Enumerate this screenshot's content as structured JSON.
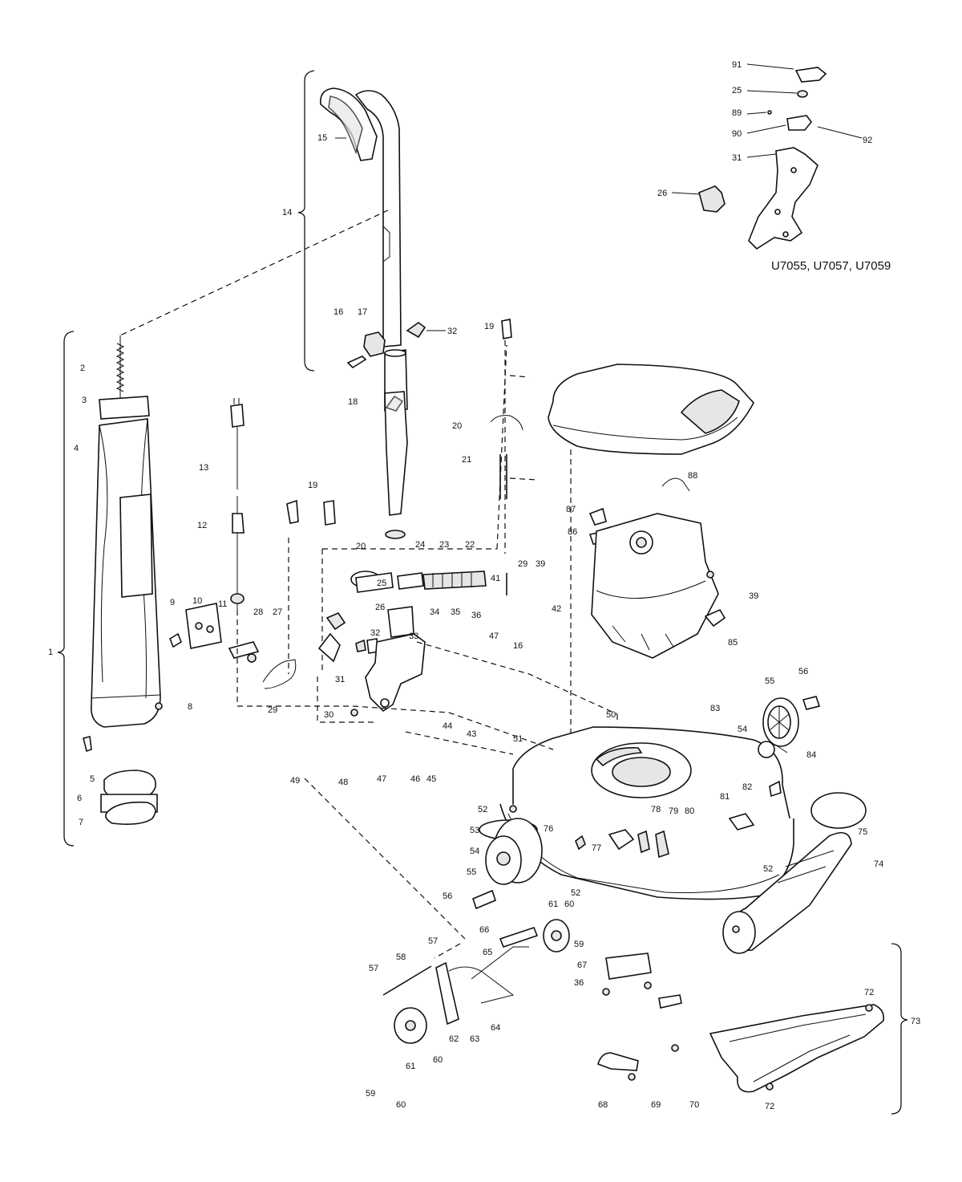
{
  "diagram": {
    "model_label": "U7055, U7057, U7059",
    "callouts": [
      {
        "id": "c91",
        "text": "91"
      },
      {
        "id": "c25a",
        "text": "25"
      },
      {
        "id": "c89",
        "text": "89"
      },
      {
        "id": "c90",
        "text": "90"
      },
      {
        "id": "c92",
        "text": "92"
      },
      {
        "id": "c31a",
        "text": "31"
      },
      {
        "id": "c26a",
        "text": "26"
      },
      {
        "id": "c15",
        "text": "15"
      },
      {
        "id": "c14",
        "text": "14"
      },
      {
        "id": "c16a",
        "text": "16"
      },
      {
        "id": "c17",
        "text": "17"
      },
      {
        "id": "c32a",
        "text": "32"
      },
      {
        "id": "c19a",
        "text": "19"
      },
      {
        "id": "c2",
        "text": "2"
      },
      {
        "id": "c3",
        "text": "3"
      },
      {
        "id": "c4",
        "text": "4"
      },
      {
        "id": "c18",
        "text": "18"
      },
      {
        "id": "c20a",
        "text": "20"
      },
      {
        "id": "c21",
        "text": "21"
      },
      {
        "id": "c13",
        "text": "13"
      },
      {
        "id": "c19b",
        "text": "19"
      },
      {
        "id": "c12",
        "text": "12"
      },
      {
        "id": "c20b",
        "text": "20"
      },
      {
        "id": "c24",
        "text": "24"
      },
      {
        "id": "c23",
        "text": "23"
      },
      {
        "id": "c22",
        "text": "22"
      },
      {
        "id": "c87",
        "text": "87"
      },
      {
        "id": "c86",
        "text": "86"
      },
      {
        "id": "c88",
        "text": "88"
      },
      {
        "id": "c9",
        "text": "9"
      },
      {
        "id": "c10",
        "text": "10"
      },
      {
        "id": "c11",
        "text": "11"
      },
      {
        "id": "c28",
        "text": "28"
      },
      {
        "id": "c27",
        "text": "27"
      },
      {
        "id": "c25b",
        "text": "25"
      },
      {
        "id": "c26b",
        "text": "26"
      },
      {
        "id": "c41",
        "text": "41"
      },
      {
        "id": "c29a",
        "text": "29"
      },
      {
        "id": "c39a",
        "text": "39"
      },
      {
        "id": "c42",
        "text": "42"
      },
      {
        "id": "c39b",
        "text": "39"
      },
      {
        "id": "c1",
        "text": "1"
      },
      {
        "id": "c34",
        "text": "34"
      },
      {
        "id": "c35",
        "text": "35"
      },
      {
        "id": "c36a",
        "text": "36"
      },
      {
        "id": "c32b",
        "text": "32"
      },
      {
        "id": "c33",
        "text": "33"
      },
      {
        "id": "c47a",
        "text": "47"
      },
      {
        "id": "c85",
        "text": "85"
      },
      {
        "id": "c16b",
        "text": "16"
      },
      {
        "id": "c31b",
        "text": "31"
      },
      {
        "id": "c29b",
        "text": "29"
      },
      {
        "id": "c8",
        "text": "8"
      },
      {
        "id": "c30",
        "text": "30"
      },
      {
        "id": "c44",
        "text": "44"
      },
      {
        "id": "c43",
        "text": "43"
      },
      {
        "id": "c55a",
        "text": "55"
      },
      {
        "id": "c56a",
        "text": "56"
      },
      {
        "id": "c83",
        "text": "83"
      },
      {
        "id": "c54a",
        "text": "54"
      },
      {
        "id": "c50",
        "text": "50"
      },
      {
        "id": "c84",
        "text": "84"
      },
      {
        "id": "c5",
        "text": "5"
      },
      {
        "id": "c47b",
        "text": "47"
      },
      {
        "id": "c46",
        "text": "46"
      },
      {
        "id": "c45",
        "text": "45"
      },
      {
        "id": "c51",
        "text": "51"
      },
      {
        "id": "c49",
        "text": "49"
      },
      {
        "id": "c48",
        "text": "48"
      },
      {
        "id": "c6",
        "text": "6"
      },
      {
        "id": "c7",
        "text": "7"
      },
      {
        "id": "c52a",
        "text": "52"
      },
      {
        "id": "c81",
        "text": "81"
      },
      {
        "id": "c82",
        "text": "82"
      },
      {
        "id": "c75",
        "text": "75"
      },
      {
        "id": "c53",
        "text": "53"
      },
      {
        "id": "c78",
        "text": "78"
      },
      {
        "id": "c79",
        "text": "79"
      },
      {
        "id": "c80",
        "text": "80"
      },
      {
        "id": "c76",
        "text": "76"
      },
      {
        "id": "c77",
        "text": "77"
      },
      {
        "id": "c54b",
        "text": "54"
      },
      {
        "id": "c52b",
        "text": "52"
      },
      {
        "id": "c74",
        "text": "74"
      },
      {
        "id": "c55b",
        "text": "55"
      },
      {
        "id": "c52c",
        "text": "52"
      },
      {
        "id": "c56b",
        "text": "56"
      },
      {
        "id": "c61a",
        "text": "61"
      },
      {
        "id": "c60a",
        "text": "60"
      },
      {
        "id": "c66",
        "text": "66"
      },
      {
        "id": "c59a",
        "text": "59"
      },
      {
        "id": "c65",
        "text": "65"
      },
      {
        "id": "c57a",
        "text": "57"
      },
      {
        "id": "c58",
        "text": "58"
      },
      {
        "id": "c57b",
        "text": "57"
      },
      {
        "id": "c67",
        "text": "67"
      },
      {
        "id": "c36b",
        "text": "36"
      },
      {
        "id": "c72a",
        "text": "72"
      },
      {
        "id": "c73",
        "text": "73"
      },
      {
        "id": "c64",
        "text": "64"
      },
      {
        "id": "c63",
        "text": "63"
      },
      {
        "id": "c62",
        "text": "62"
      },
      {
        "id": "c60b",
        "text": "60"
      },
      {
        "id": "c61b",
        "text": "61"
      },
      {
        "id": "c59b",
        "text": "59"
      },
      {
        "id": "c60c",
        "text": "60"
      },
      {
        "id": "c68",
        "text": "68"
      },
      {
        "id": "c69",
        "text": "69"
      },
      {
        "id": "c70",
        "text": "70"
      },
      {
        "id": "c72b",
        "text": "72"
      }
    ]
  }
}
